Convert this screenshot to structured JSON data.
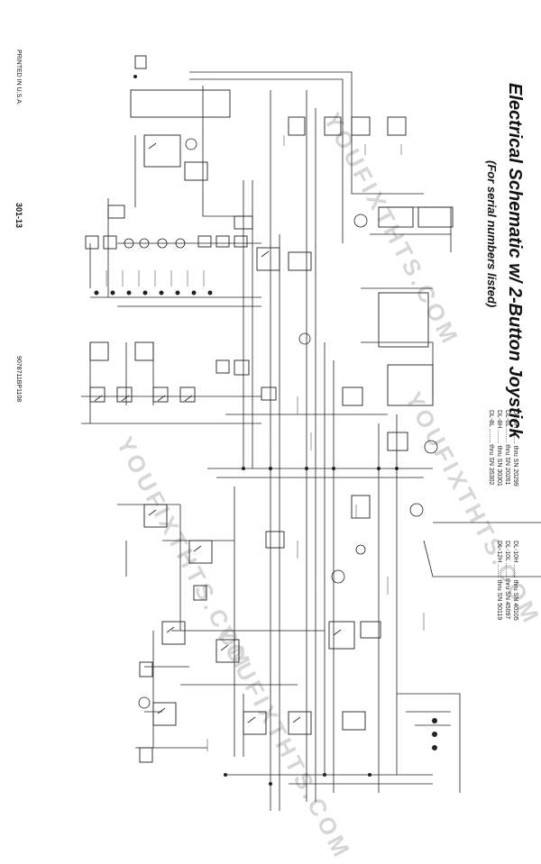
{
  "document": {
    "title": "Electrical Schematic w/ 2-Button Joystick",
    "subtitle": "(For serial numbers listed)",
    "printed": "PRINTED IN U.S.A.",
    "page_number": "301-13",
    "doc_code": "9078711BP1108"
  },
  "serial_ranges": {
    "left_column": [
      "DL-6H ........ thru SN 20299",
      "DL-6L ........ thru SN 20261",
      "DL-8H ........ thru SN 30301",
      "DL-8L ........ thru SN 35302"
    ],
    "right_column": [
      "DL-10H ........ thru SN 40105",
      "DL-10L ........ thru SN 45097",
      "DL-12H ........ thru SN 50119"
    ]
  },
  "watermark": "YOUFIXTHTS.COM"
}
